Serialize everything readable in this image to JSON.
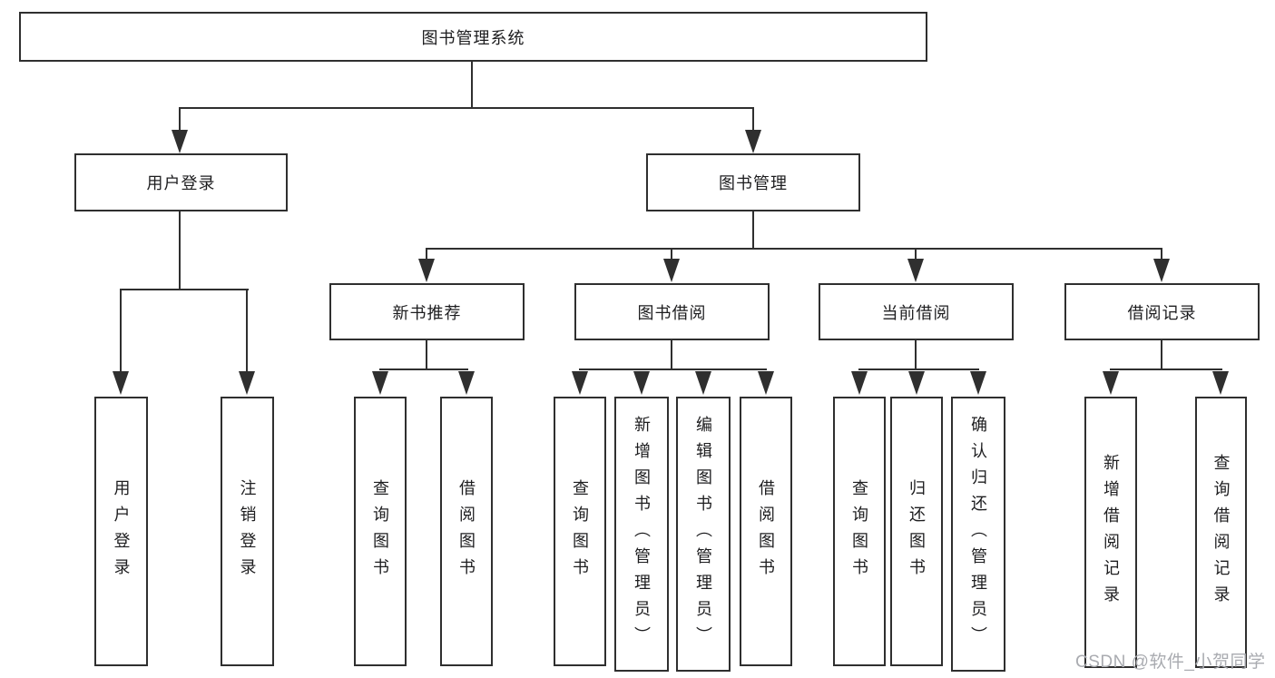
{
  "diagram": {
    "root": "图书管理系统",
    "branches": {
      "user_login": "用户登录",
      "book_mgmt": "图书管理",
      "new_book_rec": "新书推荐",
      "book_borrow": "图书借阅",
      "current_borrow": "当前借阅",
      "borrow_record": "借阅记录"
    },
    "leaves": {
      "user_login": "用户登录",
      "logout": "注销登录",
      "rec_query_book": "查询图书",
      "rec_borrow_book": "借阅图书",
      "bb_query_book": "查询图书",
      "bb_add_book": "新增图书（管理员）",
      "bb_edit_book": "编辑图书（管理员）",
      "bb_borrow_book": "借阅图书",
      "cb_query_book": "查询图书",
      "cb_return_book": "归还图书",
      "cb_confirm_return": "确认归还（管理员）",
      "br_add_record": "新增借阅记录",
      "br_query_record": "查询借阅记录"
    },
    "watermark": "CSDN @软件_小贺同学"
  },
  "colors": {
    "background": "#ffffff",
    "line": "#2f2f2f",
    "text": "#1d1d1f",
    "watermark": "#a9abb0"
  }
}
